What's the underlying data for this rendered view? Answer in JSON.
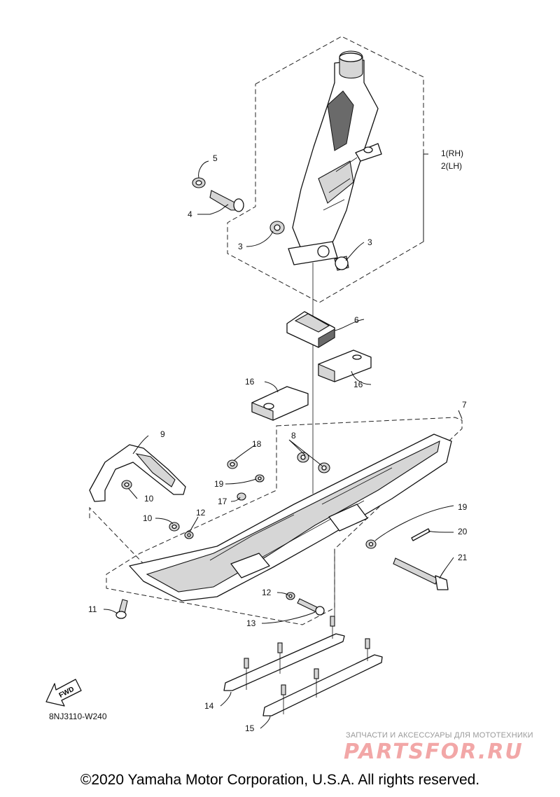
{
  "callouts": {
    "c1": "1(RH)",
    "c2": "2(LH)",
    "c3a": "3",
    "c3b": "3",
    "c4": "4",
    "c5": "5",
    "c6": "6",
    "c7": "7",
    "c8": "8",
    "c9": "9",
    "c10a": "10",
    "c10b": "10",
    "c11": "11",
    "c12a": "12",
    "c12b": "12",
    "c13": "13",
    "c14": "14",
    "c15": "15",
    "c16a": "16",
    "c16b": "16",
    "c17": "17",
    "c18": "18",
    "c19a": "19",
    "c19b": "19",
    "c20": "20",
    "c21": "21"
  },
  "fwd_label": "FWD",
  "diagram_code": "8NJ3110-W240",
  "watermark": {
    "tagline": "ЗАПЧАСТИ И АКСЕССУАРЫ ДЛЯ МОТОТЕХНИКИ",
    "logo": "PARTSFOR.RU"
  },
  "copyright": "©2020 Yamaha Motor Corporation, U.S.A. All rights reserved."
}
